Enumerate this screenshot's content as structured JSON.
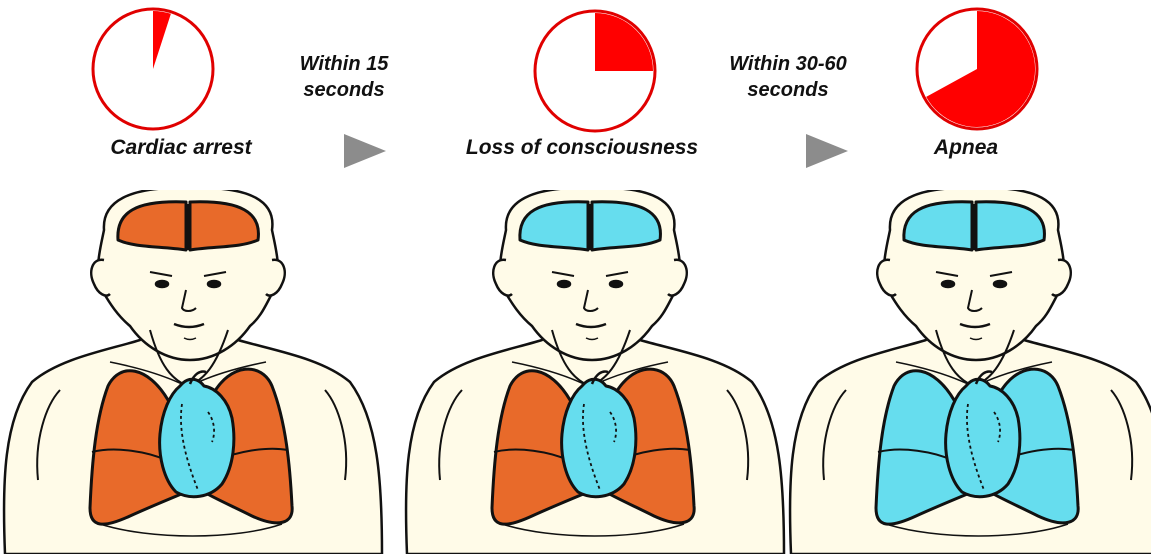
{
  "colors": {
    "timer_fill": "#ff0000",
    "timer_outline": "#e00000",
    "oxygenated": "#e86a2a",
    "deoxygenated": "#66ddee",
    "skin": "#fffbe8",
    "outline": "#111111",
    "arrow": "#8c8c8c"
  },
  "stages": [
    {
      "label": "Cardiac arrest",
      "timer_fraction": 0.05,
      "brain": "oxygenated",
      "lungs": "oxygenated",
      "heart": "deoxygenated"
    },
    {
      "label": "Loss of consciousness",
      "timer_fraction": 0.25,
      "brain": "deoxygenated",
      "lungs": "oxygenated",
      "heart": "deoxygenated"
    },
    {
      "label": "Apnea",
      "timer_fraction": 0.67,
      "brain": "deoxygenated",
      "lungs": "deoxygenated",
      "heart": "deoxygenated"
    }
  ],
  "transitions": [
    {
      "line1": "Within 15",
      "line2": "seconds"
    },
    {
      "line1": "Within 30-60",
      "line2": "seconds"
    }
  ]
}
